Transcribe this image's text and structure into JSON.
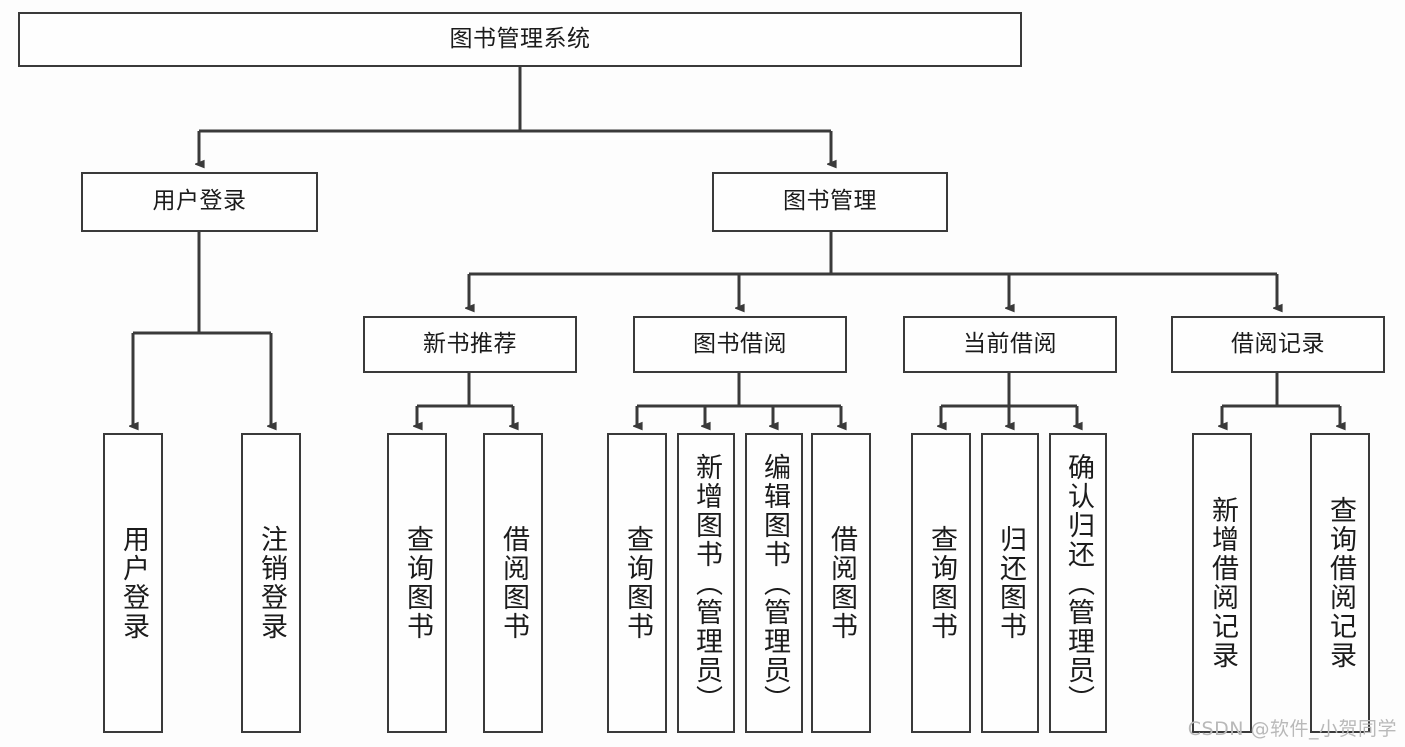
{
  "diagram": {
    "type": "tree-hierarchy",
    "title": "图书管理系统",
    "colors": {
      "stroke": "#3a3a3a",
      "fill": "#fefefe",
      "background": "#fdfdfd",
      "text": "#1b1b1b",
      "watermark": "#b9b9b9"
    },
    "levels": {
      "root": {
        "label": "图书管理系统"
      },
      "level2": [
        {
          "label": "用户登录"
        },
        {
          "label": "图书管理"
        }
      ],
      "level3": [
        {
          "label": "新书推荐"
        },
        {
          "label": "图书借阅"
        },
        {
          "label": "当前借阅"
        },
        {
          "label": "借阅记录"
        }
      ],
      "leaves": [
        {
          "label": "用户登录",
          "parent": "用户登录"
        },
        {
          "label": "注销登录",
          "parent": "用户登录"
        },
        {
          "label": "查询图书",
          "parent": "新书推荐"
        },
        {
          "label": "借阅图书",
          "parent": "新书推荐"
        },
        {
          "label": "查询图书",
          "parent": "图书借阅"
        },
        {
          "label": "新增图书（管理员）",
          "parent": "图书借阅"
        },
        {
          "label": "编辑图书（管理员）",
          "parent": "图书借阅"
        },
        {
          "label": "借阅图书",
          "parent": "图书借阅"
        },
        {
          "label": "查询图书",
          "parent": "当前借阅"
        },
        {
          "label": "归还图书",
          "parent": "当前借阅"
        },
        {
          "label": "确认归还（管理员）",
          "parent": "当前借阅"
        },
        {
          "label": "新增借阅记录",
          "parent": "借阅记录"
        },
        {
          "label": "查询借阅记录",
          "parent": "借阅记录"
        }
      ]
    }
  },
  "watermark": {
    "text": "CSDN @软件_小贺同学"
  }
}
